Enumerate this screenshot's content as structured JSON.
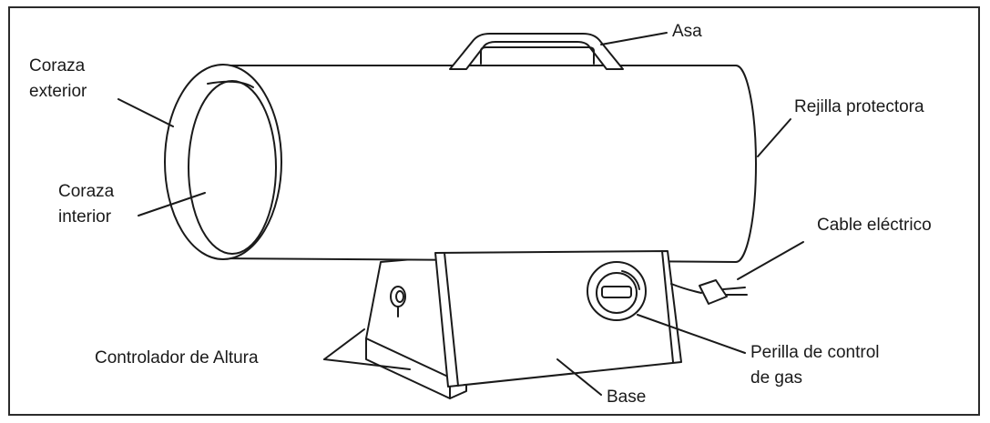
{
  "labels": {
    "asa": "Asa",
    "coraza_exterior_line1": "Coraza",
    "coraza_exterior_line2": "exterior",
    "coraza_interior_line1": "Coraza",
    "coraza_interior_line2": "interior",
    "rejilla": "Rejilla protectora",
    "cable": "Cable eléctrico",
    "controlador": "Controlador de Altura",
    "perilla_line1": "Perilla de control",
    "perilla_line2": "de gas",
    "base": "Base"
  }
}
